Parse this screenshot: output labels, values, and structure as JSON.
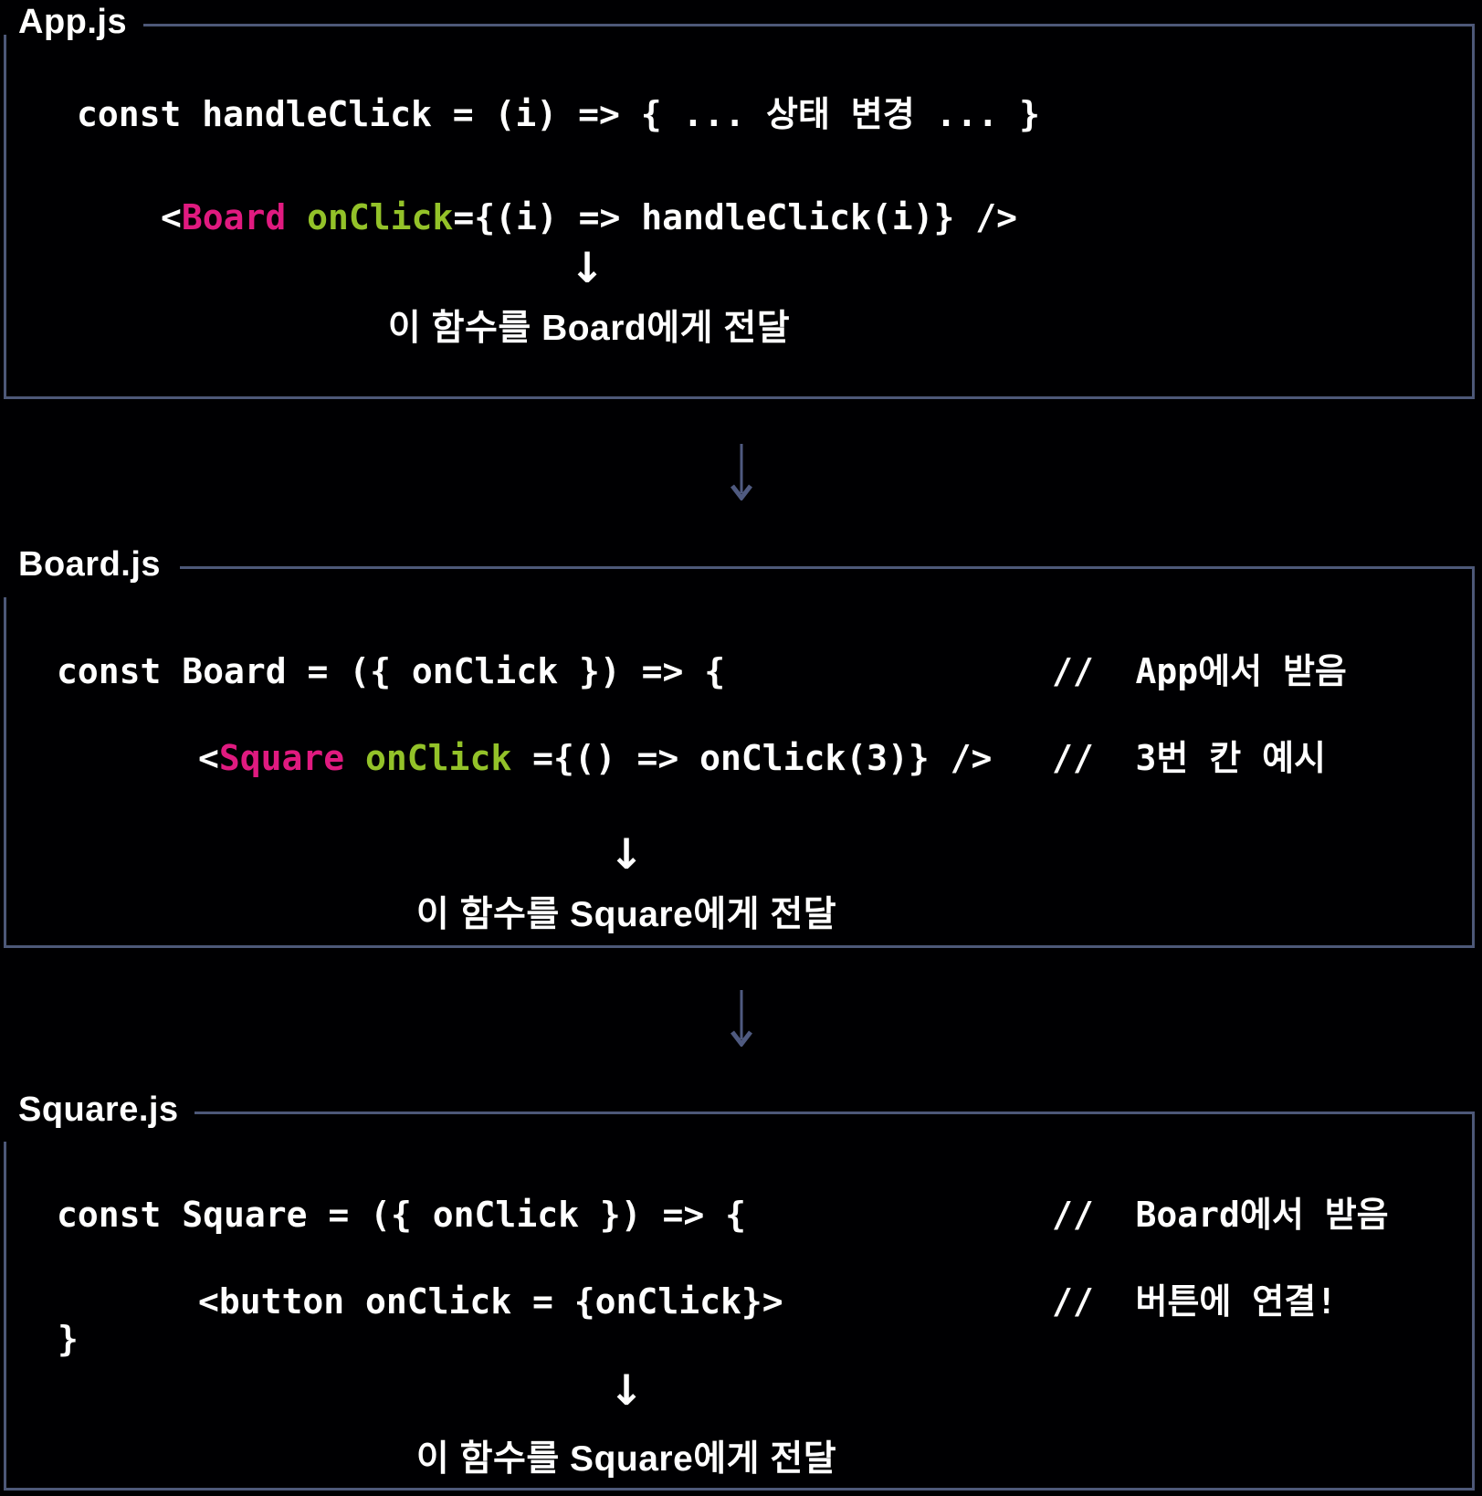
{
  "colors": {
    "background": "#000002",
    "text": "#ffffff",
    "box_border": "#4d5878",
    "flow_arrow": "#4f5a80",
    "jsx_tag_pink": "#e01a80",
    "jsx_attr_green": "#93c229"
  },
  "boxes": {
    "app": {
      "title": "App.js",
      "code1": "const handleClick = (i) => { ... 상태 변경 ... }",
      "jsx": {
        "lt": "<",
        "tag": "Board",
        "attr": " onClick",
        "rest": "={(i) => handleClick(i)} />"
      },
      "arrow": "↓",
      "caption": "이 함수를 Board에게 전달"
    },
    "board": {
      "title": "Board.js",
      "code1": "const Board = ({ onClick }) => {",
      "comment1": "//  App에서 받음",
      "jsx": {
        "lt": "<",
        "tag": "Square",
        "attr": " onClick",
        "rest": " ={() => onClick(3)} />"
      },
      "comment2": "//  3번 칸 예시",
      "arrow": "↓",
      "caption": "이 함수를 Square에게 전달"
    },
    "square": {
      "title": "Square.js",
      "code1": "const Square = ({ onClick }) => {",
      "comment1": "//  Board에서 받음",
      "code2": "<button onClick = {onClick}>",
      "comment2": "//  버튼에 연결!",
      "close_brace": "}",
      "arrow": "↓",
      "caption": "이 함수를 Square에게 전달"
    }
  }
}
